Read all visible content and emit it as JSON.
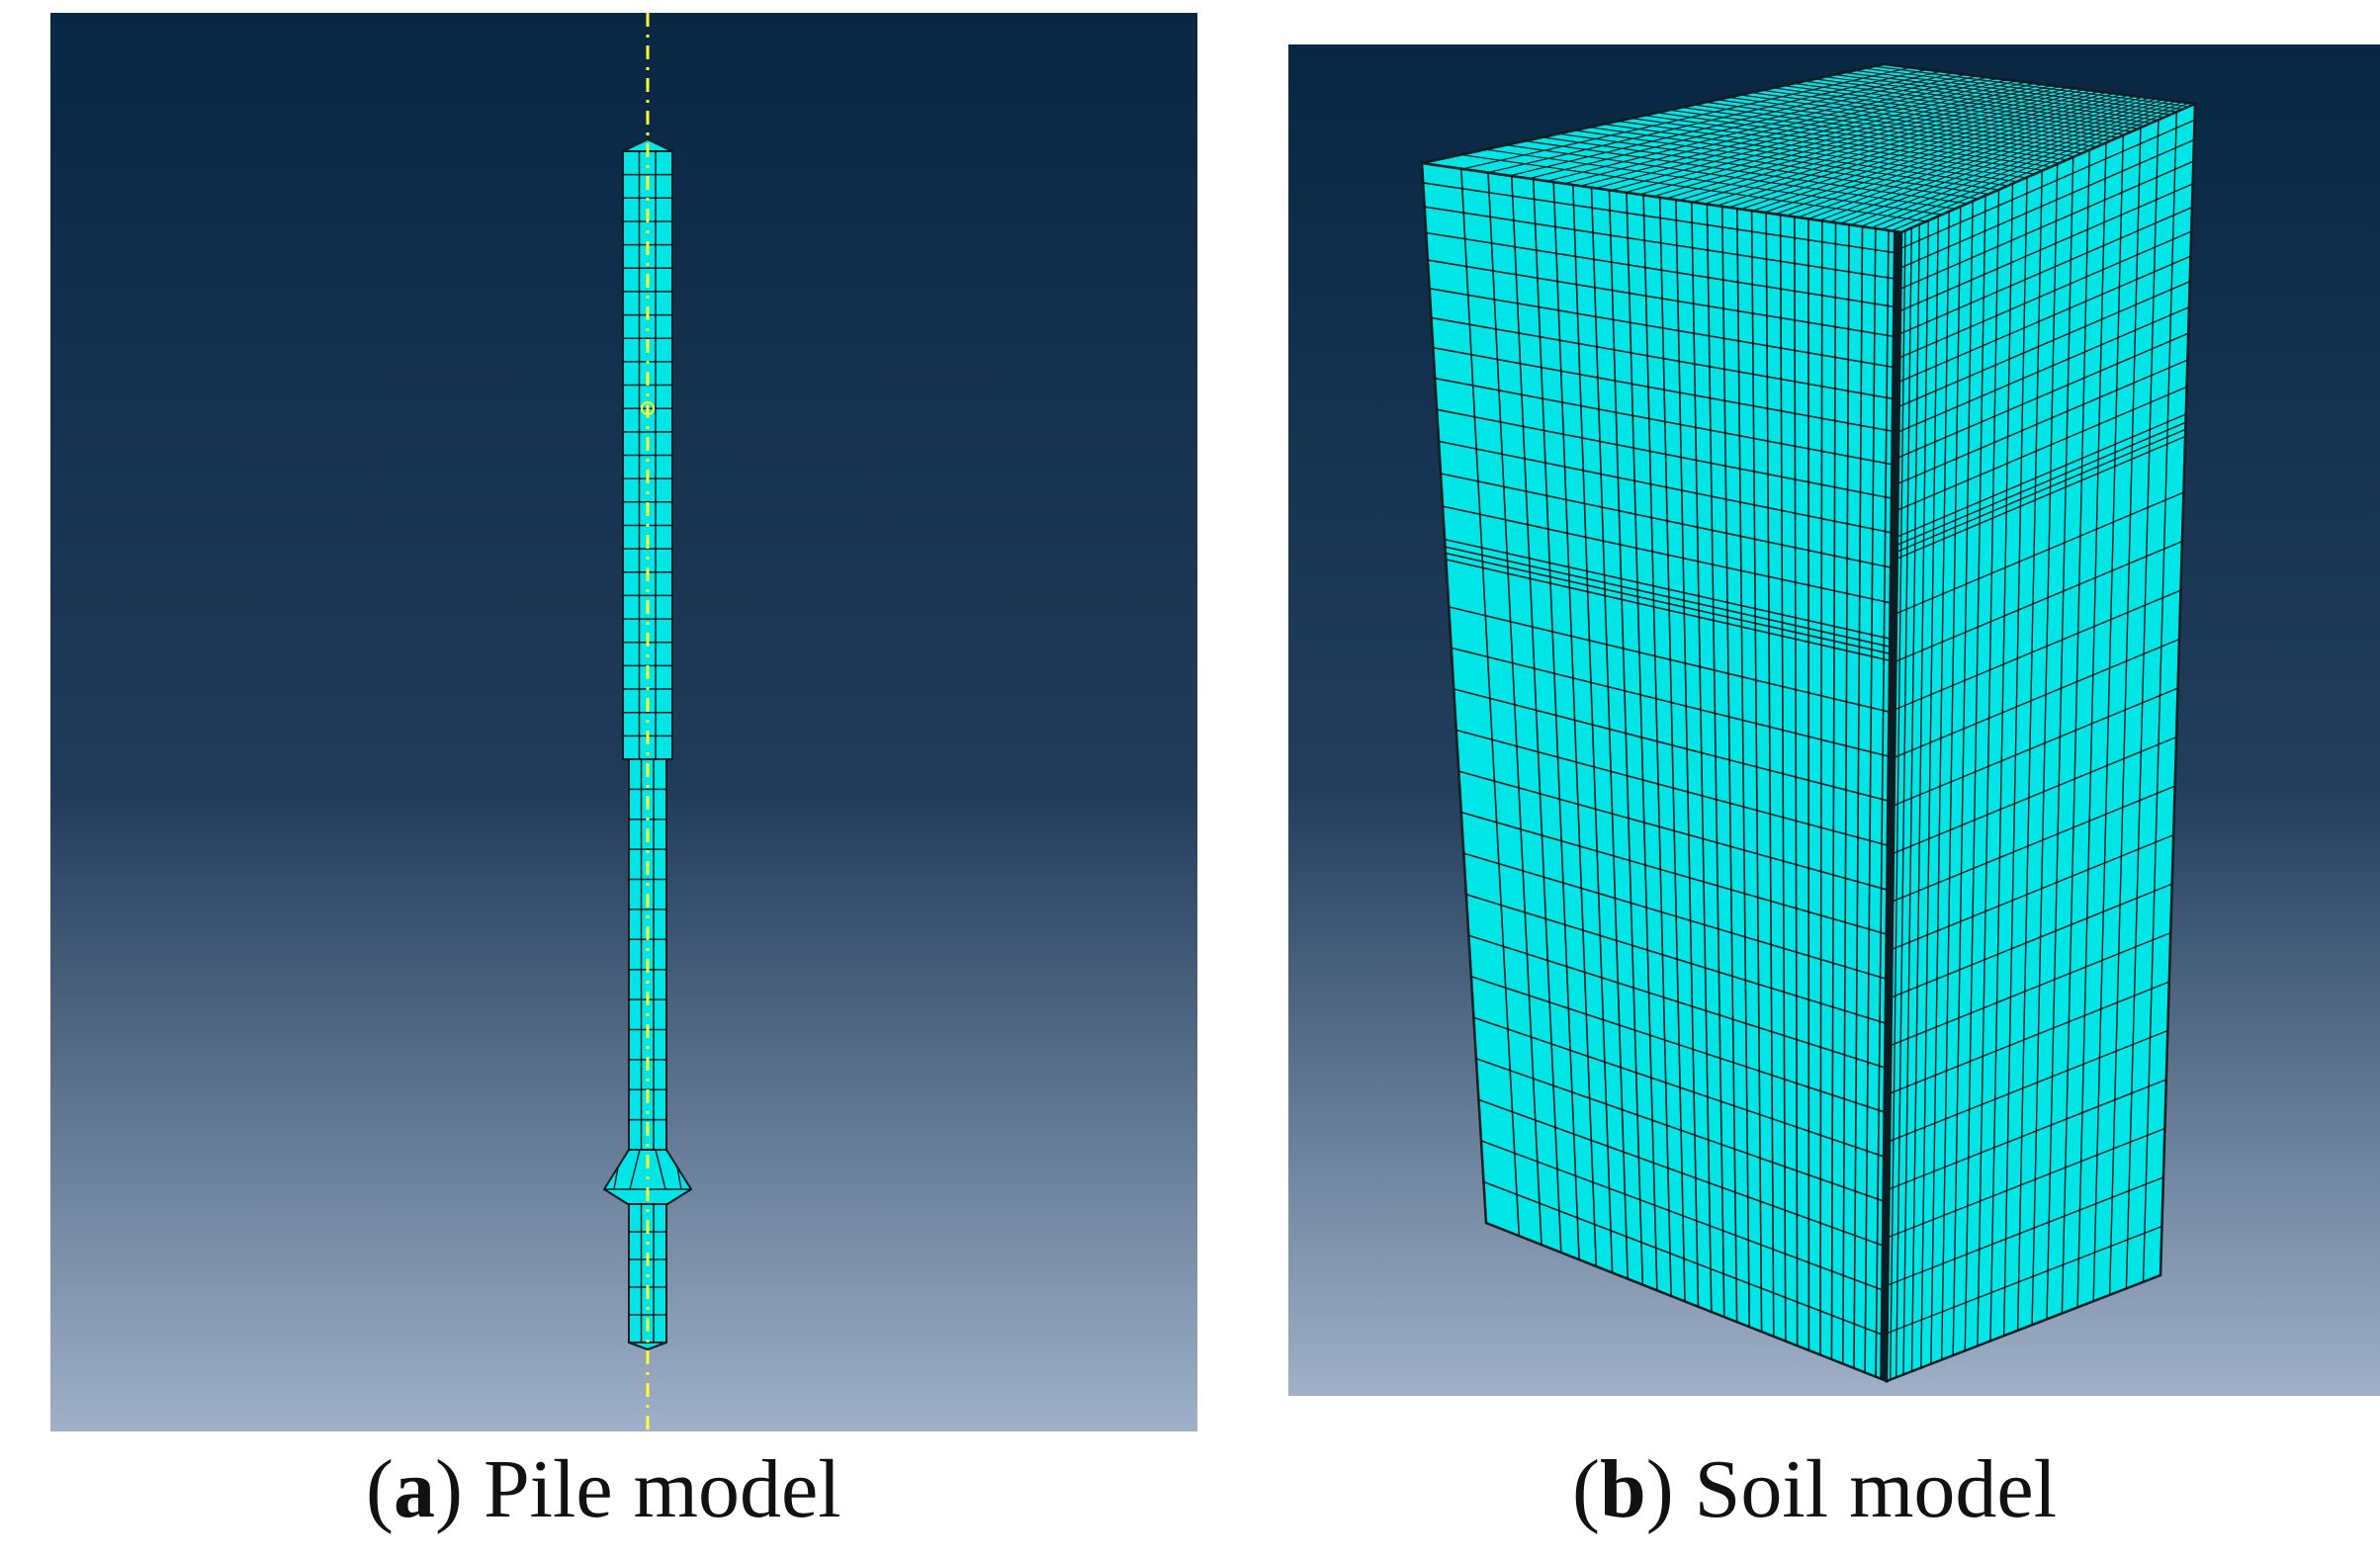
{
  "colors": {
    "viewport_top": "#082743",
    "viewport_mid": "#203d5c",
    "viewport_bottom": "#9fb0c8",
    "mesh_fill": "#00e6e6",
    "mesh_edge": "#0b1c22",
    "axis_line": "#ffff33"
  },
  "panels": [
    {
      "id": "a",
      "caption_open": "(",
      "caption_letter": "a",
      "caption_rest": ") Pile model"
    },
    {
      "id": "b",
      "caption_open": "(",
      "caption_letter": "b",
      "caption_rest": ") Soil model"
    }
  ]
}
